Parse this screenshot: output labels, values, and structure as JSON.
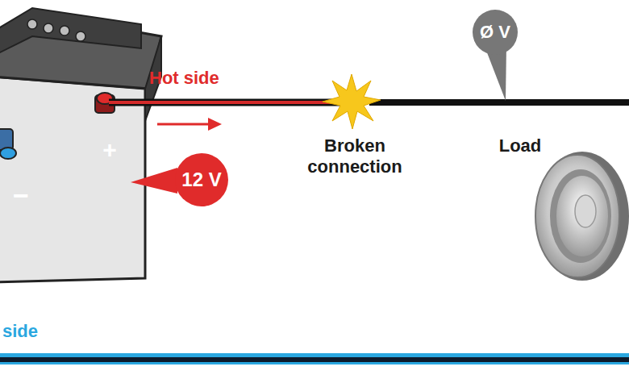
{
  "diagram": {
    "nodes": [
      {
        "text": [
          "Ø V"
        ]
      },
      {
        "text": [
          "12 V"
        ]
      }
    ],
    "labels": [
      "Hot side",
      "+",
      "−",
      "Broken connection",
      "Load",
      "side"
    ]
  }
}
